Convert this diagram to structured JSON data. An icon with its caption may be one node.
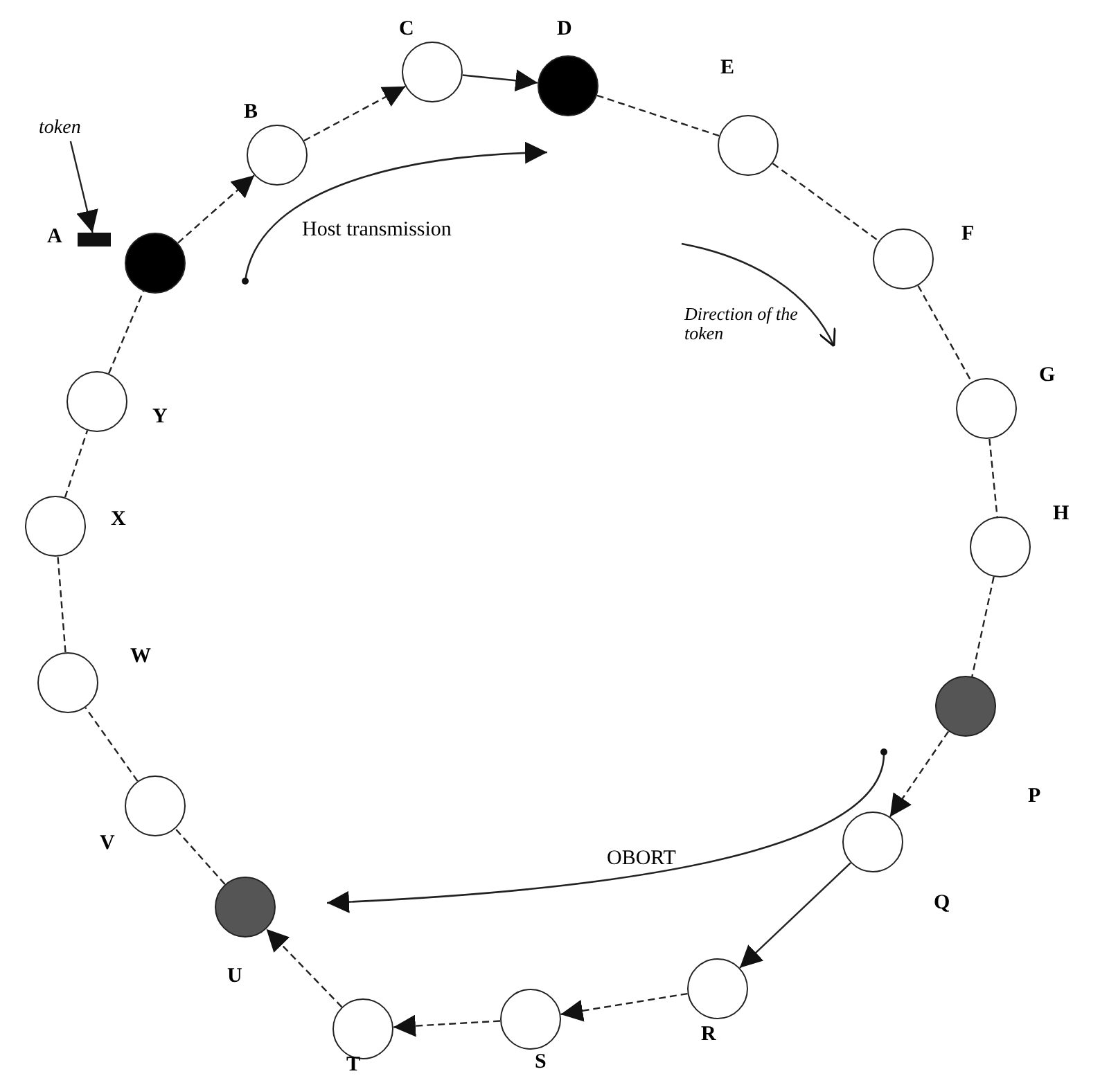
{
  "diagram": {
    "nodes": [
      {
        "text": [],
        "shape": "circle"
      },
      {
        "text": [],
        "shape": "circle",
        "beside": [
          "B"
        ]
      },
      {
        "text": [],
        "shape": "circle",
        "beside": [
          "C"
        ]
      },
      {
        "text": [],
        "shape": "circle",
        "beside": [
          "D"
        ]
      },
      {
        "text": [],
        "shape": "circle",
        "beside": [
          "E"
        ]
      },
      {
        "text": [],
        "shape": "circle",
        "beside": [
          "F"
        ]
      },
      {
        "text": [],
        "shape": "circle",
        "beside": [
          "G"
        ]
      },
      {
        "text": [],
        "shape": "circle",
        "beside": [
          "H"
        ]
      },
      {
        "text": [],
        "shape": "circle",
        "beside": [
          "P"
        ]
      },
      {
        "text": [],
        "shape": "circle",
        "beside": [
          "Q"
        ]
      },
      {
        "text": [],
        "shape": "circle",
        "beside": [
          "R"
        ]
      },
      {
        "text": [],
        "shape": "circle",
        "beside": [
          "S"
        ]
      },
      {
        "text": [],
        "shape": "circle",
        "beside": [
          "T"
        ]
      },
      {
        "text": [],
        "shape": "circle",
        "beside": [
          "U"
        ]
      },
      {
        "text": [],
        "shape": "circle",
        "beside": [
          "V"
        ]
      },
      {
        "text": [],
        "shape": "circle",
        "beside": [
          "W"
        ]
      },
      {
        "text": [],
        "shape": "circle",
        "beside": [
          "X"
        ]
      },
      {
        "text": [],
        "shape": "circle",
        "beside": [
          "Y"
        ]
      },
      {
        "text": [
          "token"
        ]
      },
      {
        "text": [],
        "shape": "bar"
      }
    ],
    "edges": [
      {
        "from": 0,
        "to": 1,
        "arrow": "to",
        "style": "dashed"
      },
      {
        "from": 1,
        "to": 2,
        "arrow": "to",
        "style": "dashed"
      },
      {
        "from": 2,
        "to": 3,
        "arrow": "to"
      },
      {
        "from": 3,
        "to": 4,
        "arrow": "none",
        "style": "dashed"
      },
      {
        "from": 4,
        "to": 5,
        "arrow": "none",
        "style": "dashed"
      },
      {
        "from": 5,
        "to": 6,
        "arrow": "none",
        "style": "dashed"
      },
      {
        "from": 6,
        "to": 7,
        "arrow": "none",
        "style": "dashed"
      },
      {
        "from": 7,
        "to": 8,
        "arrow": "none",
        "style": "dashed"
      },
      {
        "from": 8,
        "to": 9,
        "arrow": "to",
        "style": "dashed"
      },
      {
        "from": 9,
        "to": 10,
        "arrow": "to"
      },
      {
        "from": 10,
        "to": 11,
        "arrow": "to",
        "style": "dashed"
      },
      {
        "from": 11,
        "to": 12,
        "arrow": "to",
        "style": "dashed"
      },
      {
        "from": 12,
        "to": 13,
        "arrow": "to",
        "style": "dashed"
      },
      {
        "from": 13,
        "to": 14,
        "arrow": "none",
        "style": "dashed"
      },
      {
        "from": 14,
        "to": 15,
        "arrow": "none",
        "style": "dashed"
      },
      {
        "from": 15,
        "to": 16,
        "arrow": "none",
        "style": "dashed"
      },
      {
        "from": 16,
        "to": 17,
        "arrow": "none",
        "style": "dashed"
      },
      {
        "from": 17,
        "to": 0,
        "arrow": "none",
        "style": "dashed"
      },
      {
        "from": 18,
        "to": 19,
        "arrow": "to"
      }
    ],
    "labels": [
      "Host transmission",
      "A",
      "Direction of the token",
      "OBORT"
    ]
  }
}
